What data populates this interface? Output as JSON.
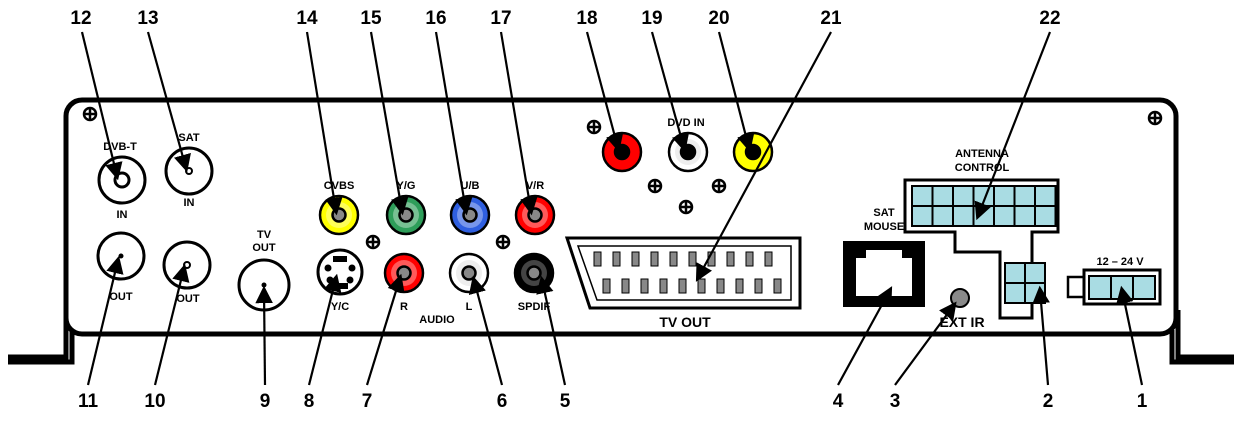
{
  "callouts": {
    "n1": "1",
    "n2": "2",
    "n3": "3",
    "n4": "4",
    "n5": "5",
    "n6": "6",
    "n7": "7",
    "n8": "8",
    "n9": "9",
    "n10": "10",
    "n11": "11",
    "n12": "12",
    "n13": "13",
    "n14": "14",
    "n15": "15",
    "n16": "16",
    "n17": "17",
    "n18": "18",
    "n19": "19",
    "n20": "20",
    "n21": "21",
    "n22": "22"
  },
  "labels": {
    "dvbt": "DVB-T",
    "in_dvbt": "IN",
    "sat": "SAT",
    "in_sat": "IN",
    "out_1": "OUT",
    "out_2": "OUT",
    "tv_out_rf_1": "TV",
    "tv_out_rf_2": "OUT",
    "cvbs": "CVBS",
    "yg": "Y/G",
    "ub": "U/B",
    "vr": "V/R",
    "yc": "Y/C",
    "r": "R",
    "audio": "AUDIO",
    "l": "L",
    "spdif": "SPDIF",
    "dvd_in": "DVD IN",
    "scart_tv_out": "TV OUT",
    "sat_mouse_1": "SAT",
    "sat_mouse_2": "MOUSE",
    "ext_ir": "EXT IR",
    "antenna_control_1": "ANTENNA",
    "antenna_control_2": "CONTROL",
    "power": "12 – 24 V"
  },
  "colors": {
    "yellow": "#ffff00",
    "green": "#2e9e5a",
    "blue": "#2f5fe0",
    "red": "#ff0000",
    "white": "#ffffff",
    "black": "#000000",
    "connector_fill": "#a9dce3",
    "ir_grey": "#8a8a8a"
  }
}
